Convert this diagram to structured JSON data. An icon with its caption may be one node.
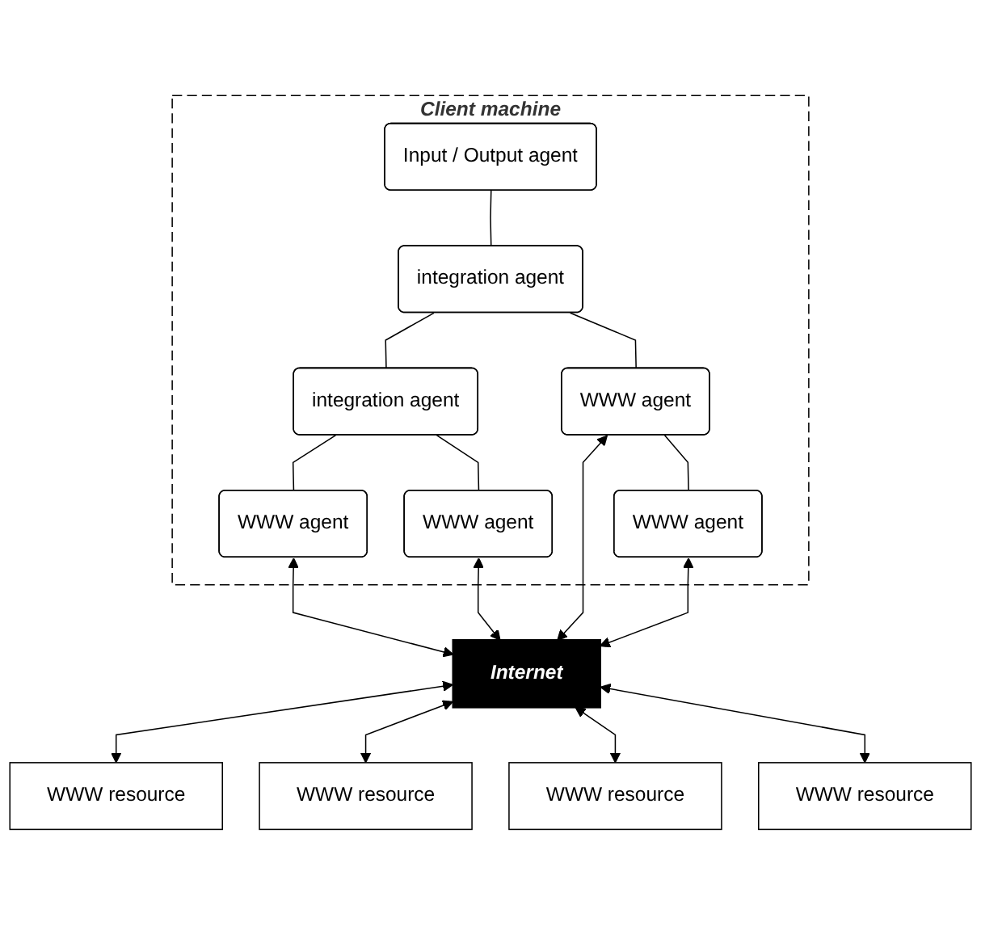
{
  "diagram": {
    "nodes": [
      {
        "text": [
          "Client machine"
        ]
      },
      {
        "text": [
          "Input / Output agent"
        ],
        "in": 0
      },
      {
        "text": [
          "integration agent"
        ],
        "in": 0
      },
      {
        "text": [
          "integration agent"
        ],
        "in": 0
      },
      {
        "text": [
          "WWW agent"
        ],
        "in": 0
      },
      {
        "text": [
          "WWW agent"
        ],
        "in": 0
      },
      {
        "text": [
          "WWW agent"
        ],
        "in": 0
      },
      {
        "text": [
          "WWW agent"
        ],
        "in": 0
      },
      {
        "text": [
          "Internet"
        ]
      },
      {
        "text": [
          "WWW resource"
        ]
      },
      {
        "text": [
          "WWW resource"
        ]
      },
      {
        "text": [
          "WWW resource"
        ]
      },
      {
        "text": [
          "WWW resource"
        ]
      }
    ],
    "edges": [
      {
        "from": 1,
        "to": 2,
        "arrow": "none"
      },
      {
        "from": 2,
        "to": 3,
        "arrow": "none"
      },
      {
        "from": 2,
        "to": 4,
        "arrow": "none"
      },
      {
        "from": 3,
        "to": 5,
        "arrow": "none"
      },
      {
        "from": 3,
        "to": 6,
        "arrow": "none"
      },
      {
        "from": 4,
        "to": 7,
        "arrow": "none"
      },
      {
        "from": 5,
        "to": 8,
        "arrow": "both"
      },
      {
        "from": 6,
        "to": 8,
        "arrow": "both"
      },
      {
        "from": 4,
        "to": 8,
        "arrow": "both"
      },
      {
        "from": 7,
        "to": 8,
        "arrow": "both"
      },
      {
        "from": 8,
        "to": 9,
        "arrow": "both"
      },
      {
        "from": 8,
        "to": 10,
        "arrow": "both"
      },
      {
        "from": 8,
        "to": 11,
        "arrow": "both"
      },
      {
        "from": 8,
        "to": 12,
        "arrow": "both"
      }
    ]
  }
}
